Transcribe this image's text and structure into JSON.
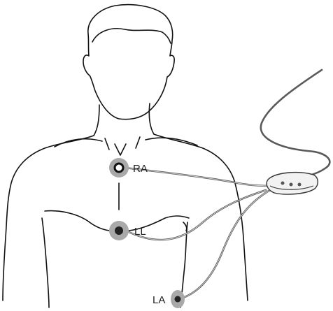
{
  "electrodes": [
    {
      "id": "ra",
      "label": "RA",
      "pad_color": "#a9a9a9",
      "center_style": "ring"
    },
    {
      "id": "ll",
      "label": "LL",
      "pad_color": "#a9a9a9",
      "center_style": "filled"
    },
    {
      "id": "la",
      "label": "LA",
      "pad_color": "#a9a9a9",
      "center_style": "filled"
    }
  ],
  "connector": {
    "icon": "cable-connector-icon",
    "color": "#f2f2f2"
  },
  "colors": {
    "outline": "#111111",
    "cable": "#5a5a5a",
    "pad": "#a9a9a9"
  }
}
